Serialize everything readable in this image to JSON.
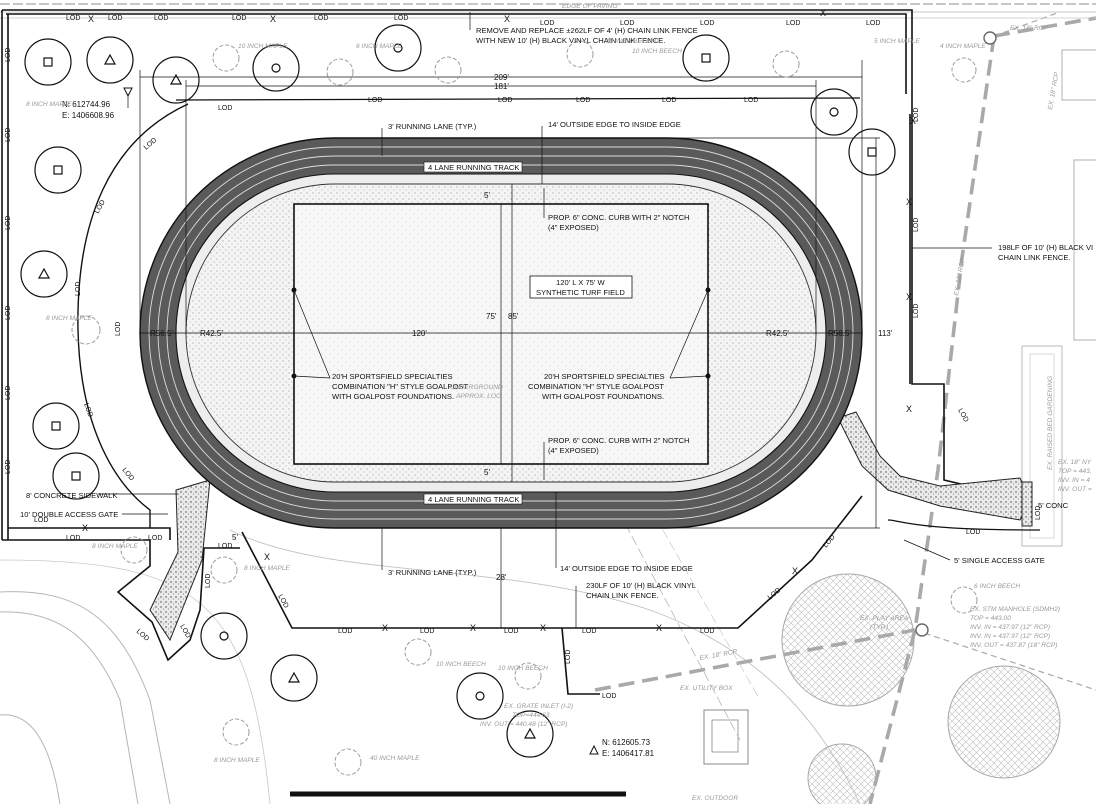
{
  "plan": {
    "notes": {
      "fence_replace_1": "REMOVE AND REPLACE ±262LF OF 4' (H) CHAIN LINK FENCE",
      "fence_replace_2": "WITH NEW 10' (H) BLACK VINYL CHAIN LINK FENCE.",
      "lane_top": "3' RUNNING LANE (TYP.)",
      "edge_top": "14' OUTSIDE EDGE TO INSIDE EDGE",
      "track_label_top": "4 LANE RUNNING TRACK",
      "track_label_bottom": "4 LANE RUNNING TRACK",
      "curb_top_1": "PROP. 6\" CONC. CURB WITH 2\" NOTCH",
      "curb_top_2": "(4\" EXPOSED)",
      "curb_bottom_1": "PROP. 6\" CONC. CURB WITH 2\" NOTCH",
      "curb_bottom_2": "(4\" EXPOSED)",
      "field_1": "120' L X 75' W",
      "field_2": "SYNTHETIC TURF FIELD",
      "goal_left_1": "20'H SPORTSFIELD SPECIALTIES",
      "goal_left_2": "COMBINATION \"H\" STYLE GOALPOST",
      "goal_left_3": "WITH GOALPOST FOUNDATIONS.",
      "goal_right_1": "20'H SPORTSFIELD SPECIALTIES",
      "goal_right_2": "COMBINATION \"H\" STYLE GOALPOST",
      "goal_right_3": "WITH GOALPOST FOUNDATIONS.",
      "fence_right_1": "198LF OF 10' (H) BLACK VI",
      "fence_right_2": "CHAIN LINK FENCE.",
      "sidewalk": "8' CONCRETE SIDEWALK",
      "double_gate": "10' DOUBLE ACCESS GATE",
      "conc_right": "5' CONC",
      "single_gate": "5' SINGLE ACCESS GATE",
      "lane_bottom": "3' RUNNING LANE (TYP.)",
      "edge_bottom": "14' OUTSIDE EDGE TO INSIDE EDGE",
      "fence_bottom_1": "230LF OF 10' (H) BLACK VINYL",
      "fence_bottom_2": "CHAIN LINK FENCE.",
      "edge_of_paving": "EDGE OF PAVING"
    },
    "coords": {
      "top_n": "N: 612744.96",
      "top_e": "E: 1406608.96",
      "bottom_n": "N: 612605.73",
      "bottom_e": "E: 1406417.81"
    },
    "dims": {
      "w209": "209'",
      "w181": "181'",
      "d5_top": "5'",
      "d5_bot": "5'",
      "d75": "75'",
      "d85": "85'",
      "d120": "120'",
      "r56_l": "R56.5'",
      "r42_l": "R42.5'",
      "r42_r": "R42.5'",
      "r56_r": "R56.5'",
      "d113": "113'",
      "d28": "28'",
      "d5_gate": "5'"
    },
    "existing": {
      "ex_rcp_top": "EX. 18\" RCP",
      "ex_rcp_right": "EX. 18\" RCP",
      "ex_rcp_bottom": "EX. 18\" RCP",
      "ex_rcp_diag": "EX. 18\" RCP",
      "raised_bed": "EX. RAISED BED GARDENING",
      "manhole_1": "EX. STM MANHOLE (SDMH2)",
      "manhole_2": "TOP = 443.00",
      "manhole_3": "INV. IN = 437.97 (12\" RCP)",
      "manhole_4": "INV. IN = 437.97 (12\" RCP)",
      "manhole_5": "INV. OUT = 437.87 (18\" RCP)",
      "play_1": "EX. PLAY AREA",
      "play_2": "(TYP.)",
      "utility_box": "EX. UTILITY BOX",
      "grate_1": "EX. GRATE INLET (I-2)",
      "grate_2": "TOP=444.63",
      "grate_3": "INV. OUT = 440.48 (12\" RCP)",
      "outdoor": "EX. OUTDOOR",
      "ny_1": "EX. 18\" NY",
      "ny_2": "TOP = 443.",
      "ny_3": "INV. IN = 4",
      "ny_4": "INV. OUT = "
    },
    "trees": {
      "t1": "8 INCH MAPLE",
      "t2": "8 INCH MAPLE",
      "t3": "10 INCH MAPLE",
      "t4": "6 INCH MAPLE",
      "t5": "10 INCH BEECH",
      "t6": "10 INCH BEECH",
      "t7": "5 INCH MAPLE",
      "t8": "4 INCH MAPLE",
      "t9": "8 INCH MAPLE",
      "t10": "8 INCH MAPLE",
      "t11": "10 INCH BEECH",
      "t12": "10 INCH BEECH",
      "t13": "6 INCH BEECH",
      "t14": "40 INCH MAPLE",
      "t15": "8 INCH MAPLE"
    },
    "markers": {
      "lod": "LOD",
      "x": "X",
      "underground": "UNDERGROUND",
      "approx": "APPROX. LOC"
    }
  }
}
